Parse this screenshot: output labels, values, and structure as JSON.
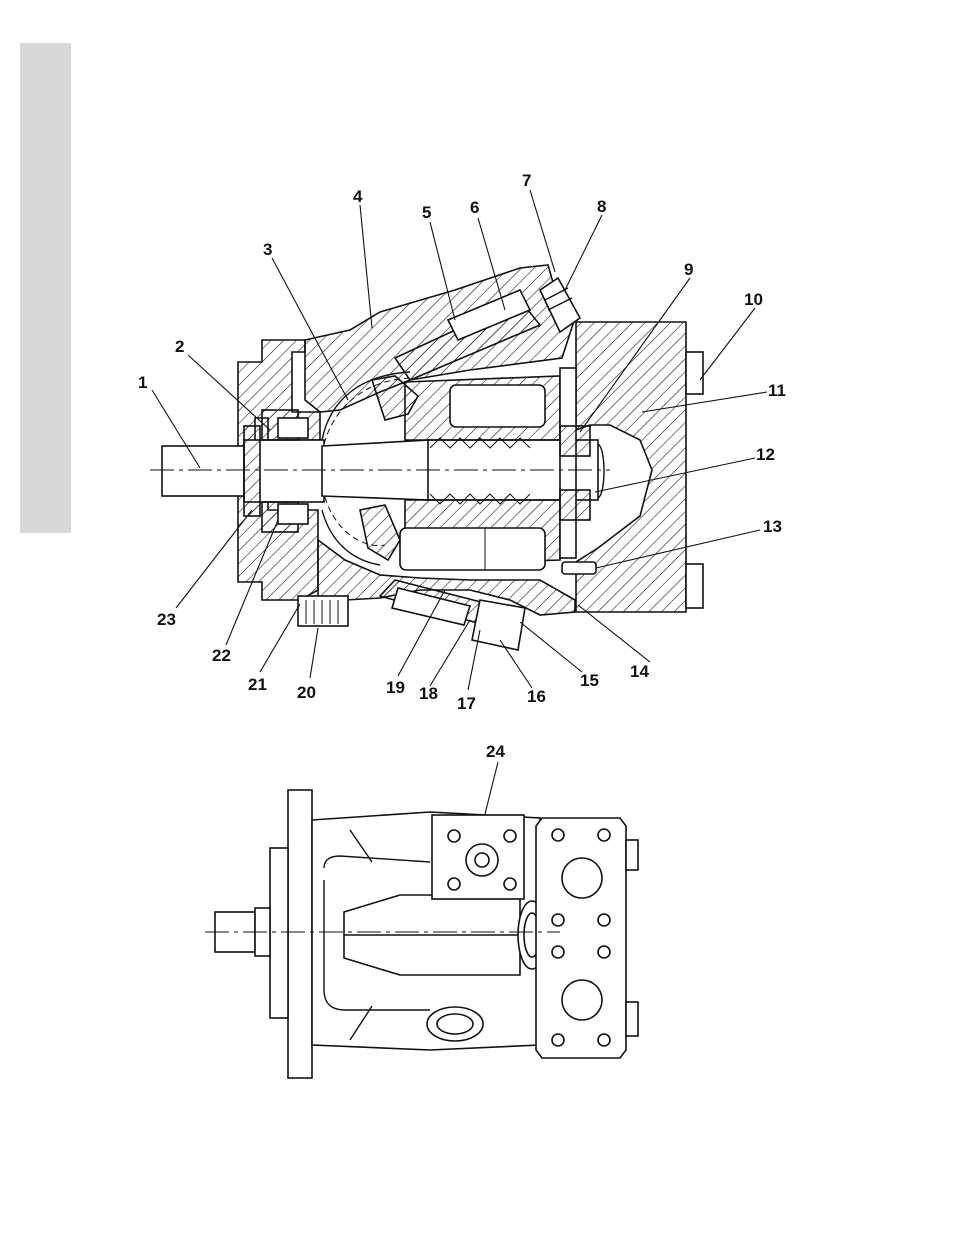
{
  "figure": {
    "sectional_view": {
      "callouts": [
        {
          "id": "c1",
          "label": "1"
        },
        {
          "id": "c2",
          "label": "2"
        },
        {
          "id": "c3",
          "label": "3"
        },
        {
          "id": "c4",
          "label": "4"
        },
        {
          "id": "c5",
          "label": "5"
        },
        {
          "id": "c6",
          "label": "6"
        },
        {
          "id": "c7",
          "label": "7"
        },
        {
          "id": "c8",
          "label": "8"
        },
        {
          "id": "c9",
          "label": "9"
        },
        {
          "id": "c10",
          "label": "10"
        },
        {
          "id": "c11",
          "label": "11"
        },
        {
          "id": "c12",
          "label": "12"
        },
        {
          "id": "c13",
          "label": "13"
        },
        {
          "id": "c14",
          "label": "14"
        },
        {
          "id": "c15",
          "label": "15"
        },
        {
          "id": "c16",
          "label": "16"
        },
        {
          "id": "c17",
          "label": "17"
        },
        {
          "id": "c18",
          "label": "18"
        },
        {
          "id": "c19",
          "label": "19"
        },
        {
          "id": "c20",
          "label": "20"
        },
        {
          "id": "c21",
          "label": "21"
        },
        {
          "id": "c22",
          "label": "22"
        },
        {
          "id": "c23",
          "label": "23"
        }
      ]
    },
    "exterior_view": {
      "callouts": [
        {
          "id": "c24",
          "label": "24"
        }
      ]
    }
  }
}
